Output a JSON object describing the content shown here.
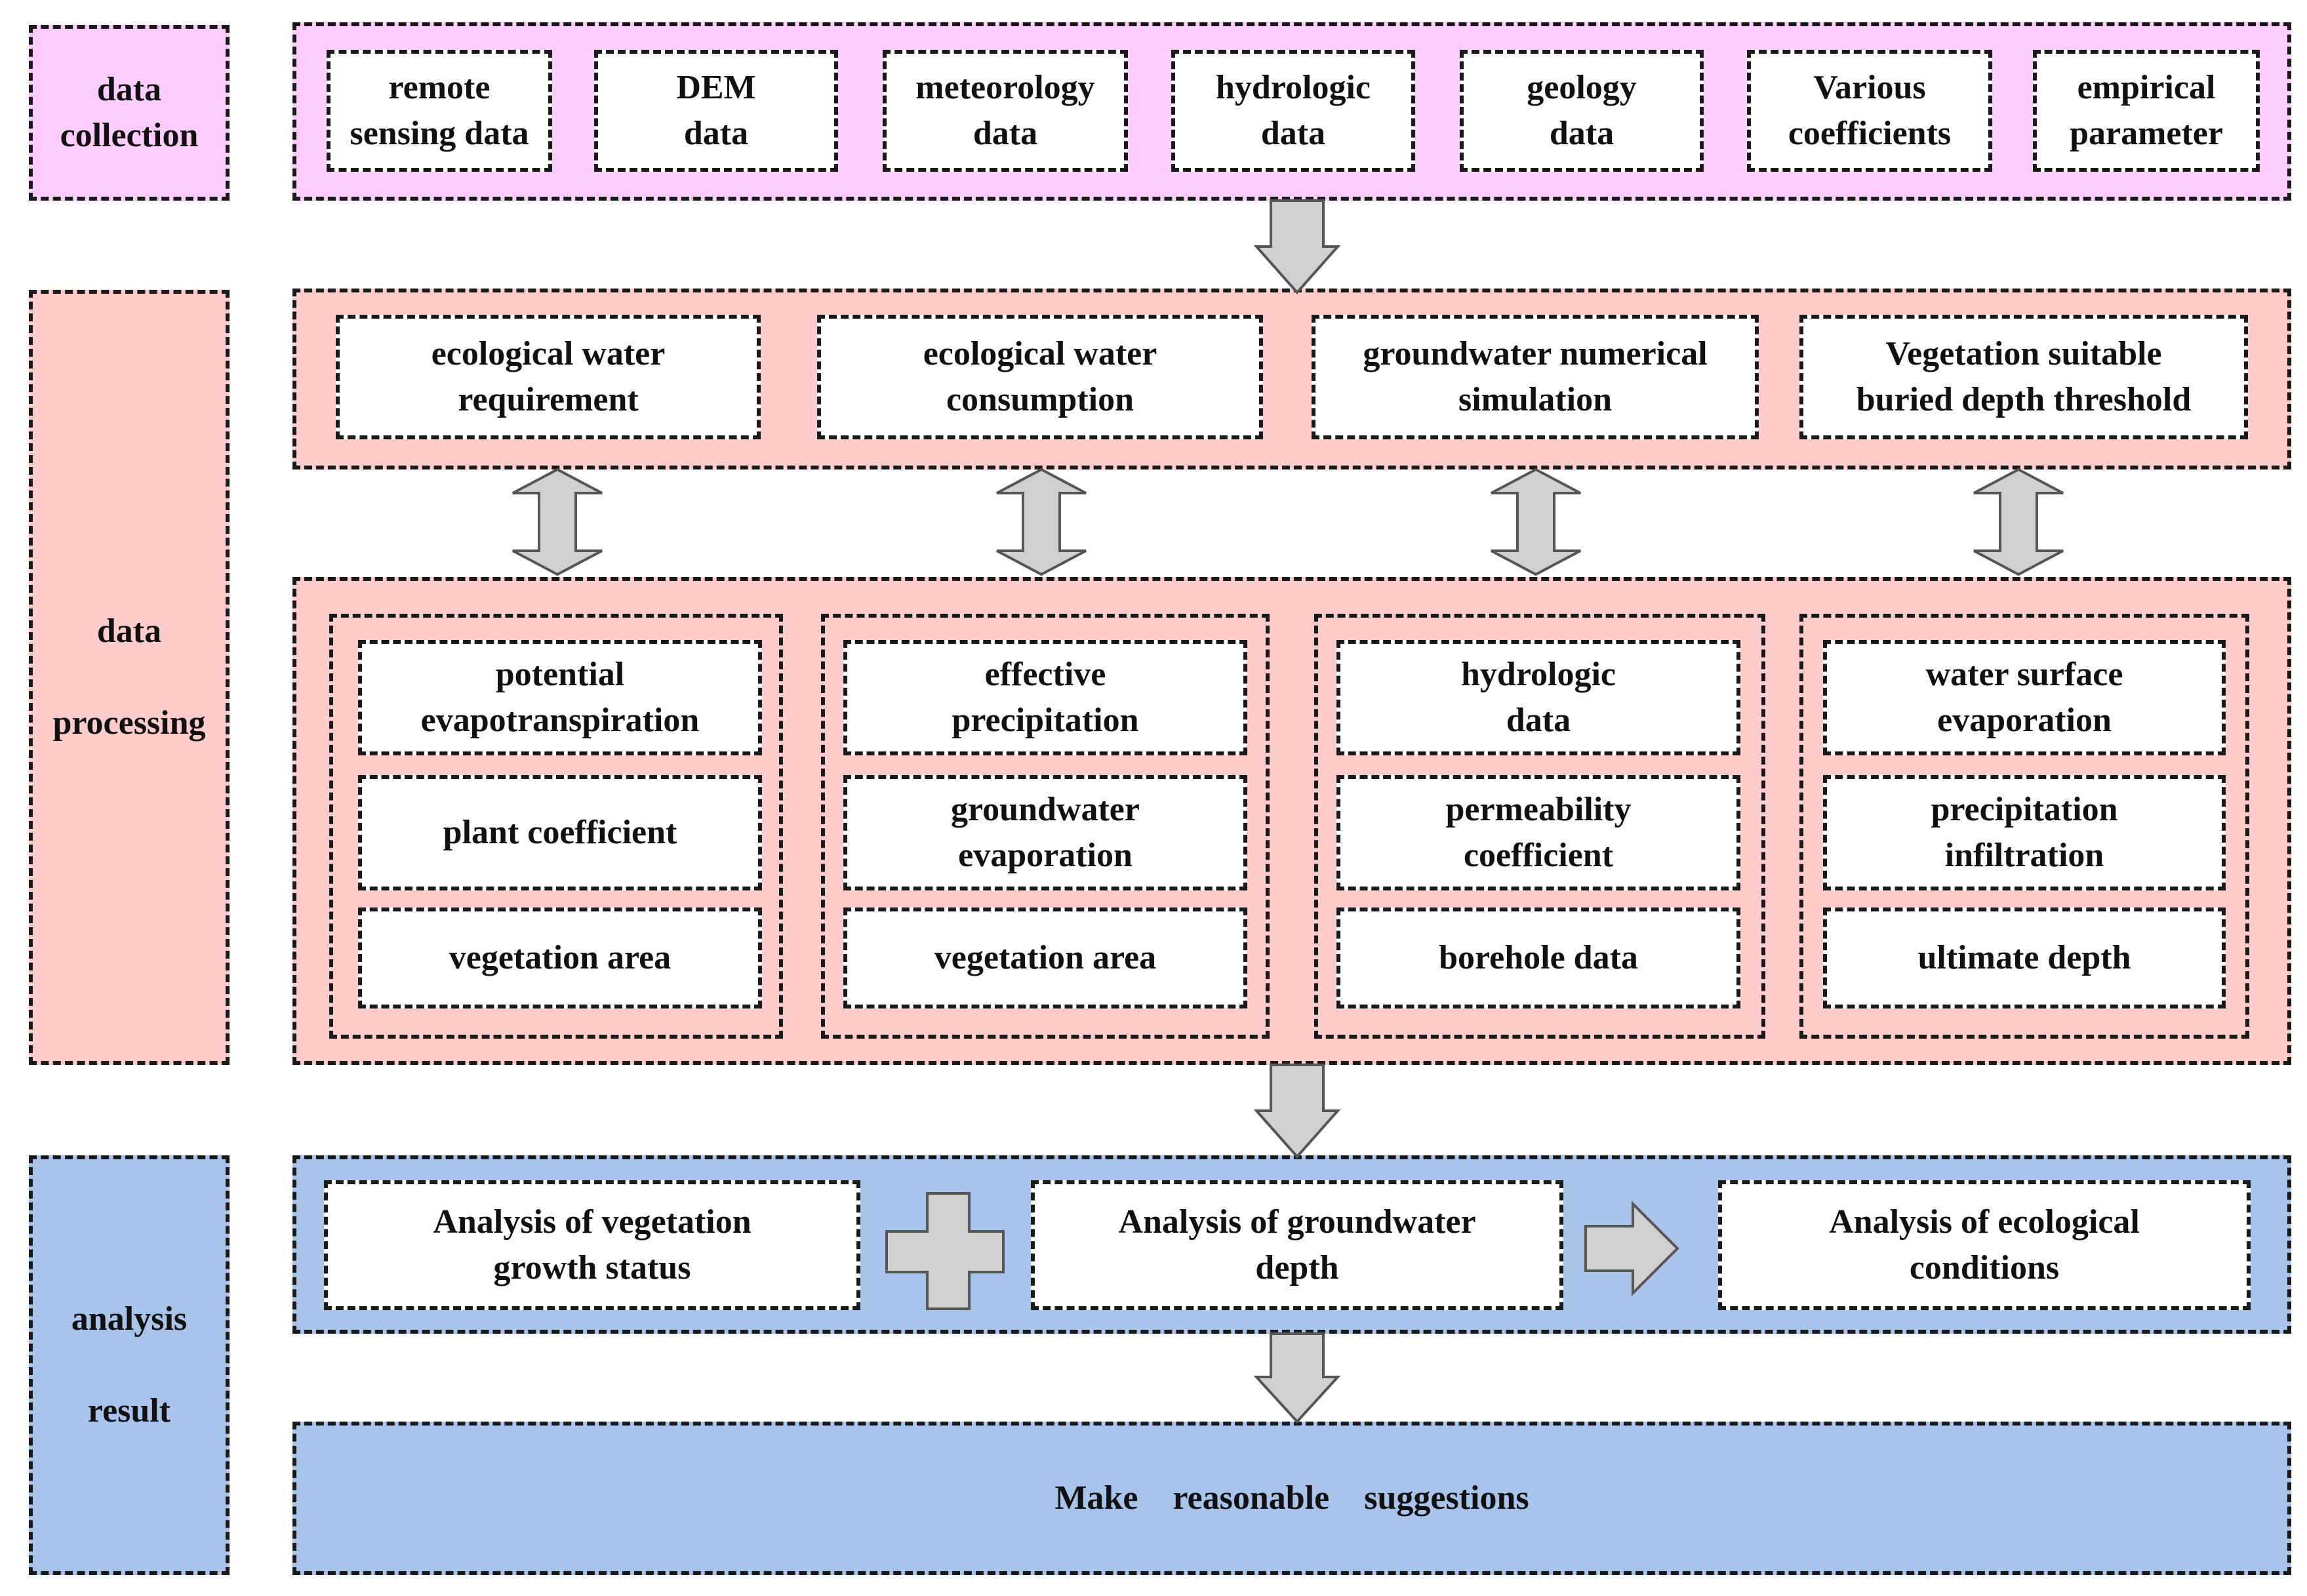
{
  "stages": {
    "collection": "data\ncollection",
    "processing": "data\n\nprocessing",
    "result": "analysis\n\nresult"
  },
  "collection_items": [
    "remote\nsensing data",
    "DEM\ndata",
    "meteorology\ndata",
    "hydrologic\ndata",
    "geology\ndata",
    "Various\ncoefficients",
    "empirical\nparameter"
  ],
  "processing_headers": [
    "ecological water\nrequirement",
    "ecological water\nconsumption",
    "groundwater numerical\nsimulation",
    "Vegetation suitable\nburied depth threshold"
  ],
  "processing_groups": [
    [
      "potential\nevapotranspiration",
      "plant coefficient",
      "vegetation area"
    ],
    [
      "effective\nprecipitation",
      "groundwater\nevaporation",
      "vegetation area"
    ],
    [
      "hydrologic\ndata",
      "permeability\ncoefficient",
      "borehole data"
    ],
    [
      "water surface\nevaporation",
      "precipitation\ninfiltration",
      "ultimate depth"
    ]
  ],
  "analysis_items": [
    "Analysis of vegetation\ngrowth status",
    "Analysis of groundwater\ndepth",
    "Analysis of ecological\nconditions"
  ],
  "suggestion": "Make reasonable suggestions",
  "colors": {
    "collection_bg": "#ffccff",
    "processing_bg": "#ffcccc",
    "result_bg": "#a8c4ea",
    "arrow_fill": "#d0d0d0",
    "arrow_stroke": "#555555"
  }
}
